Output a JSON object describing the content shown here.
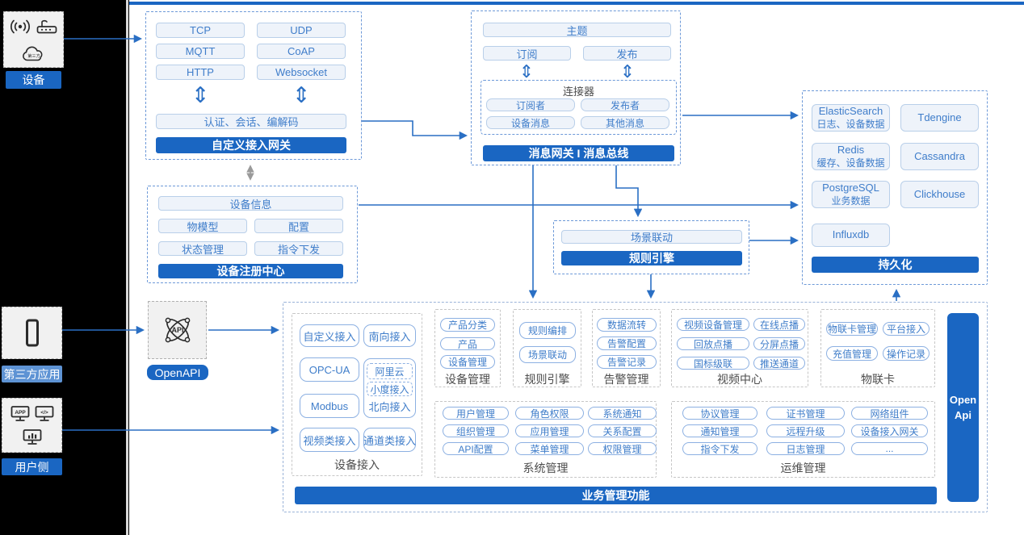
{
  "colors": {
    "accent": "#1a66c2",
    "node_text": "#3f7dca",
    "line": "#2a6fc4"
  },
  "icons": {
    "updown_arrow": "⇕",
    "app_text": "APP",
    "code_text": "</>",
    "api_text": "API",
    "cloud_text": "第三方"
  },
  "left_panel": {
    "device_label": "设备",
    "third_party_label": "第三方应用",
    "user_side_label": "用户侧"
  },
  "openapi": {
    "label": "OpenAPI"
  },
  "custom_gateway": {
    "protocols": [
      "TCP",
      "UDP",
      "MQTT",
      "CoAP",
      "HTTP",
      "Websocket"
    ],
    "auth_bar": "认证、会话、编解码",
    "title": "自定义接入网关"
  },
  "message_gateway": {
    "topic": "主题",
    "subscribe": "订阅",
    "publish": "发布",
    "connector": {
      "title": "连接器",
      "items": [
        "订阅者",
        "发布者",
        "设备消息",
        "其他消息"
      ]
    },
    "title": "消息网关 I 消息总线"
  },
  "persistence": {
    "title": "持久化",
    "stores": [
      {
        "name": "ElasticSearch",
        "desc": "日志、设备数据"
      },
      {
        "name": "Tdengine"
      },
      {
        "name": "Redis",
        "desc": "缓存、设备数据"
      },
      {
        "name": "Cassandra"
      },
      {
        "name": "PostgreSQL",
        "desc": "业务数据"
      },
      {
        "name": "Clickhouse"
      },
      {
        "name": "Influxdb"
      }
    ]
  },
  "device_registry": {
    "device_info": "设备信息",
    "items": [
      "物模型",
      "配置",
      "状态管理",
      "指令下发"
    ],
    "title": "设备注册中心"
  },
  "rule_engine_box": {
    "scene_linkage": "场景联动",
    "title": "规则引擎"
  },
  "business": {
    "footer": "业务管理功能",
    "open_api_bar": "Open Api",
    "device_access": {
      "label": "设备接入",
      "items": [
        "自定义接入",
        "南向接入",
        "OPC-UA",
        "Modbus",
        "视频类接入",
        "通道类接入"
      ],
      "north_gateway": {
        "label": "北向接入",
        "subs": [
          "阿里云",
          "小度接入"
        ]
      }
    },
    "device_mgmt": {
      "label": "设备管理",
      "items": [
        "产品分类",
        "产品",
        "设备管理"
      ]
    },
    "rule_engine": {
      "label": "规则引擎",
      "items": [
        "规则编排",
        "场景联动"
      ]
    },
    "alarm_mgmt": {
      "label": "告警管理",
      "items": [
        "数据流转",
        "告警配置",
        "告警记录"
      ]
    },
    "video_center": {
      "label": "视频中心",
      "items": [
        "视频设备管理",
        "在线点播",
        "回放点播",
        "分屏点播",
        "国标级联",
        "推送通道"
      ]
    },
    "iot_card": {
      "label": "物联卡",
      "items": [
        "物联卡管理",
        "平台接入",
        "充值管理",
        "操作记录"
      ]
    },
    "system_mgmt": {
      "label": "系统管理",
      "items": [
        "用户管理",
        "角色权限",
        "系统通知",
        "组织管理",
        "应用管理",
        "关系配置",
        "API配置",
        "菜单管理",
        "权限管理"
      ]
    },
    "ops_mgmt": {
      "label": "运维管理",
      "items": [
        "协议管理",
        "证书管理",
        "网络组件",
        "通知管理",
        "远程升级",
        "设备接入网关",
        "指令下发",
        "日志管理",
        "..."
      ]
    }
  }
}
